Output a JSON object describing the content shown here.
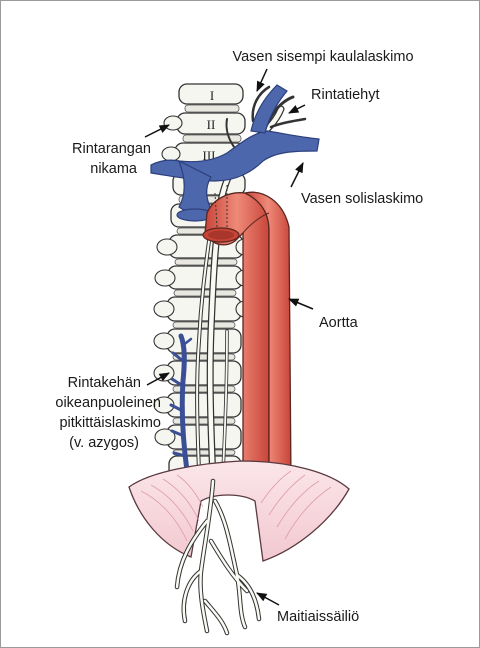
{
  "labels": {
    "left_jugular": "Vasen sisempi kaulalaskimo",
    "thoracic_duct": "Rintatiehyt",
    "vertebra_line1": "Rintarangan",
    "vertebra_line2": "nikama",
    "subclavian": "Vasen solislaskimo",
    "aorta": "Aortta",
    "azygos_line1": "Rintakehän",
    "azygos_line2": "oikeanpuoleinen",
    "azygos_line3": "pitkittäislaskimo",
    "azygos_line4": "(v. azygos)",
    "cisterna": "Maitiaissäiliö"
  },
  "vertebra_numbers": [
    "I",
    "II",
    "III"
  ],
  "colors": {
    "vein": "#4a64a8",
    "aorta": "#d9574a",
    "bone_fill": "#f6f6f1",
    "diaphragm": "#d98b9a",
    "outline": "#333333"
  }
}
